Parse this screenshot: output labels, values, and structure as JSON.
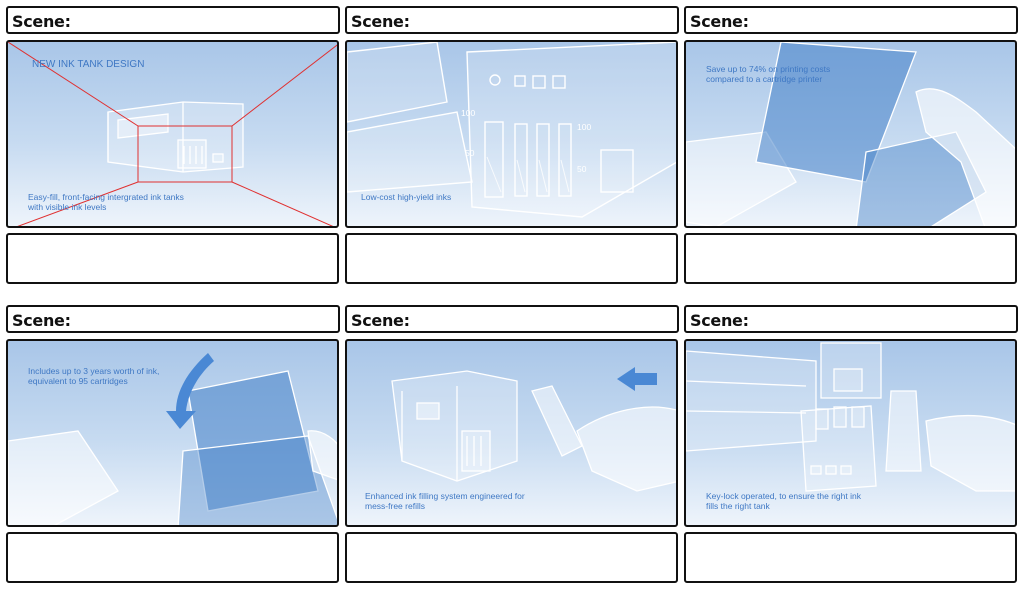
{
  "scene_label": "Scene:",
  "panels": [
    {
      "title": "NEW INK TANK DESIGN",
      "caption": "Easy-fill, front-facing intergrated ink tanks with visible ink levels"
    },
    {
      "caption": "Low-cost high-yield inks",
      "ticks": {
        "left_100": "100",
        "left_50": "50",
        "right_100": "100",
        "right_50": "50"
      }
    },
    {
      "caption": "Save up to 74% on printing costs compared to a cartridge printer"
    },
    {
      "caption": "Includes up to 3 years worth of ink, equivalent to 95 cartridges"
    },
    {
      "caption": "Enhanced ink filling system engineered for mess-free refills"
    },
    {
      "caption": "Key-lock operated, to ensure the right ink fills the right tank"
    }
  ],
  "colors": {
    "sky_top": "#a9c6e8",
    "sky_bottom": "#eef4fb",
    "line": "#ffffff",
    "ink": "#3f78c4",
    "highlight": "#e03030"
  }
}
